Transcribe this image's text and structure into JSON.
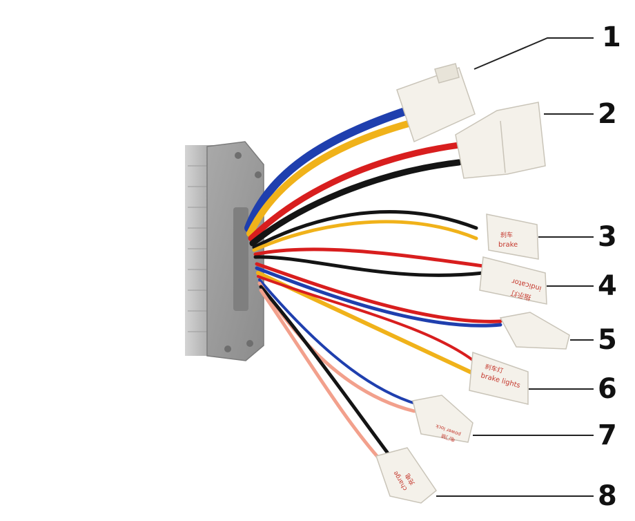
{
  "image": {
    "subject": "motor-controller-with-connector-harness",
    "colors": {
      "background": "#ffffff",
      "housing": "#b9b9b9",
      "wire_blue": "#1f3fae",
      "wire_yellow": "#f0b21a",
      "wire_red": "#d81e1e",
      "wire_black": "#141414",
      "wire_pink": "#f2a08c",
      "connector": "#f4f1ea",
      "leader": "#222222"
    }
  },
  "callouts": [
    {
      "number": "1"
    },
    {
      "number": "2"
    },
    {
      "number": "3"
    },
    {
      "number": "4"
    },
    {
      "number": "5"
    },
    {
      "number": "6"
    },
    {
      "number": "7"
    },
    {
      "number": "8"
    }
  ],
  "connector_labels": {
    "c3": {
      "cn": "刹车",
      "en": "brake"
    },
    "c4": {
      "cn": "指示灯",
      "en": "indicator"
    },
    "c6": {
      "cn": "刹车灯",
      "en": "brake lights"
    },
    "c7": {
      "cn": "电门锁",
      "en": "power lock"
    },
    "c8": {
      "cn": "充电",
      "en": "charge"
    }
  }
}
